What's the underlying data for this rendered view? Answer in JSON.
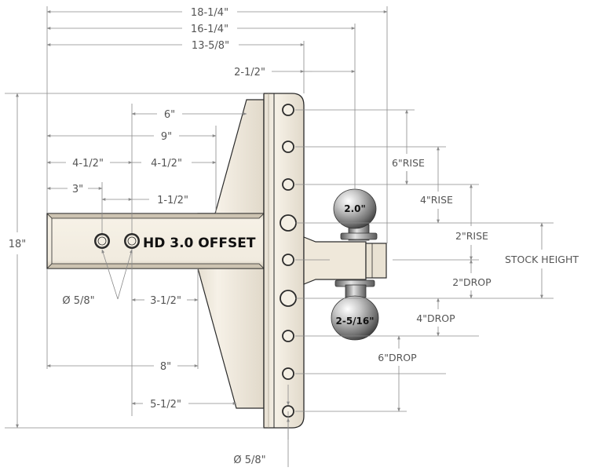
{
  "product": {
    "label": "HD 3.0 OFFSET",
    "ball_top": "2.0\"",
    "ball_bottom": "2-5/16\""
  },
  "dimensions": {
    "overall_length": "18-1/4\"",
    "length_16": "16-1/4\"",
    "length_13": "13-5/8\"",
    "offset_2_5": "2-1/2\"",
    "height_18": "18\"",
    "d6": "6\"",
    "d9": "9\"",
    "d4_5_left": "4-1/2\"",
    "d4_5_right": "4-1/2\"",
    "d3": "3\"",
    "d1_5": "1-1/2\"",
    "d3_5": "3-1/2\"",
    "d8": "8\"",
    "d5_5": "5-1/2\"",
    "hole_dia_shank": "Ø 5/8\"",
    "hole_dia_plate": "Ø 5/8\"",
    "rise_6": "6\"RISE",
    "rise_4": "4\"RISE",
    "rise_2": "2\"RISE",
    "stock_height": "STOCK HEIGHT",
    "drop_2": "2\"DROP",
    "drop_4": "4\"DROP",
    "drop_6": "6\"DROP"
  },
  "colors": {
    "metal": "#f3ede1",
    "outline": "#2a2a2a",
    "dimension_line": "#8a8a8a",
    "dimension_text": "#555555"
  }
}
